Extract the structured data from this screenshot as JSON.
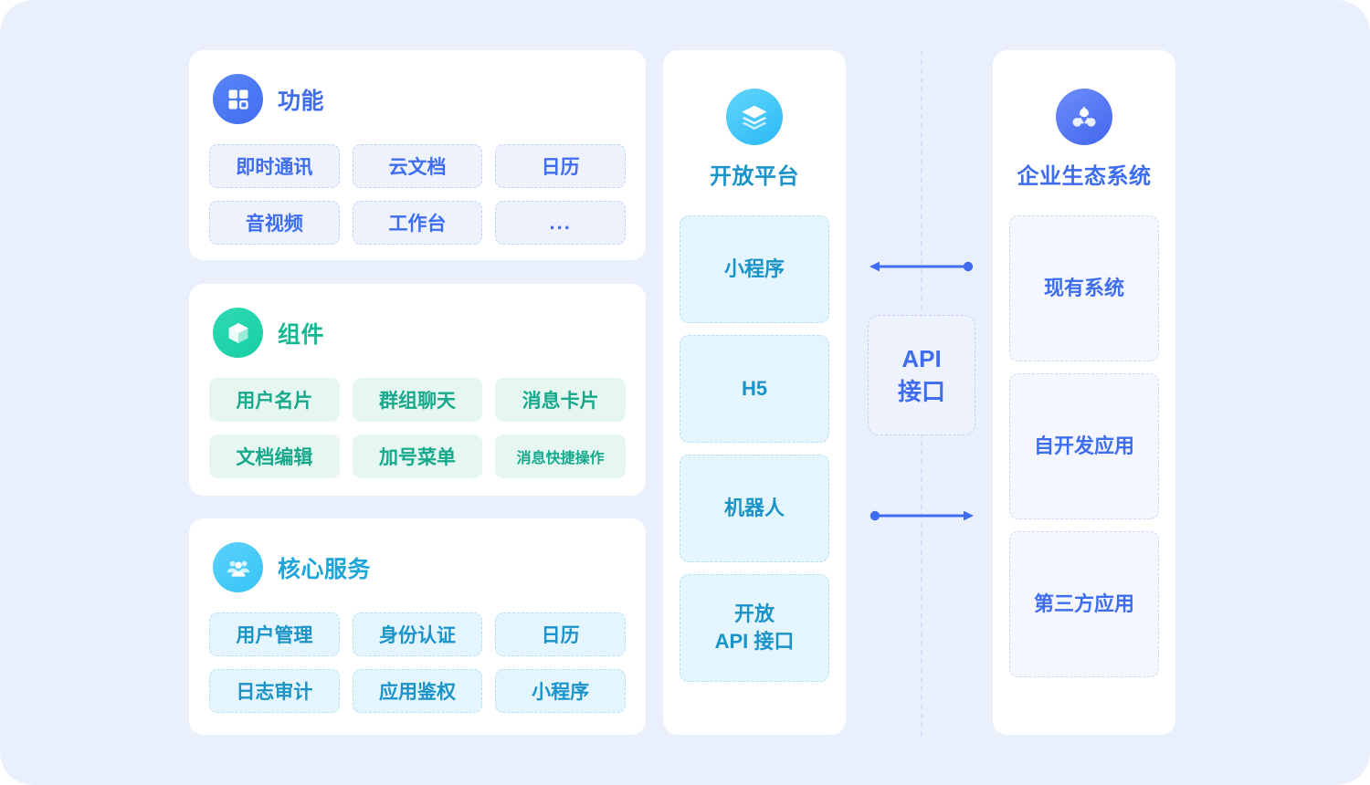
{
  "colors": {
    "page_background": "#eaf0fb",
    "blue": "#3f6df0",
    "green": "#17a98b",
    "cyan": "#1a93c9"
  },
  "left_column": {
    "cards": [
      {
        "icon": "grid-icon",
        "title": "功能",
        "tags": [
          "即时通讯",
          "云文档",
          "日历",
          "音视频",
          "工作台",
          "..."
        ]
      },
      {
        "icon": "cube-icon",
        "title": "组件",
        "tags": [
          "用户名片",
          "群组聊天",
          "消息卡片",
          "文档编辑",
          "加号菜单",
          "消息快捷操作"
        ]
      },
      {
        "icon": "users-group-icon",
        "title": "核心服务",
        "tags": [
          "用户管理",
          "身份认证",
          "日历",
          "日志审计",
          "应用鉴权",
          "小程序"
        ]
      }
    ]
  },
  "middle_column": {
    "icon": "layers-icon",
    "title": "开放平台",
    "blocks": [
      "小程序",
      "H5",
      "机器人",
      "开放\nAPI 接口"
    ]
  },
  "api_connector": {
    "label_line1": "API",
    "label_line2": "接口",
    "top_arrow_direction": "left",
    "bottom_arrow_direction": "right"
  },
  "right_column": {
    "icon": "share-nodes-icon",
    "title": "企业生态系统",
    "blocks": [
      "现有系统",
      "自开发应用",
      "第三方应用"
    ]
  }
}
